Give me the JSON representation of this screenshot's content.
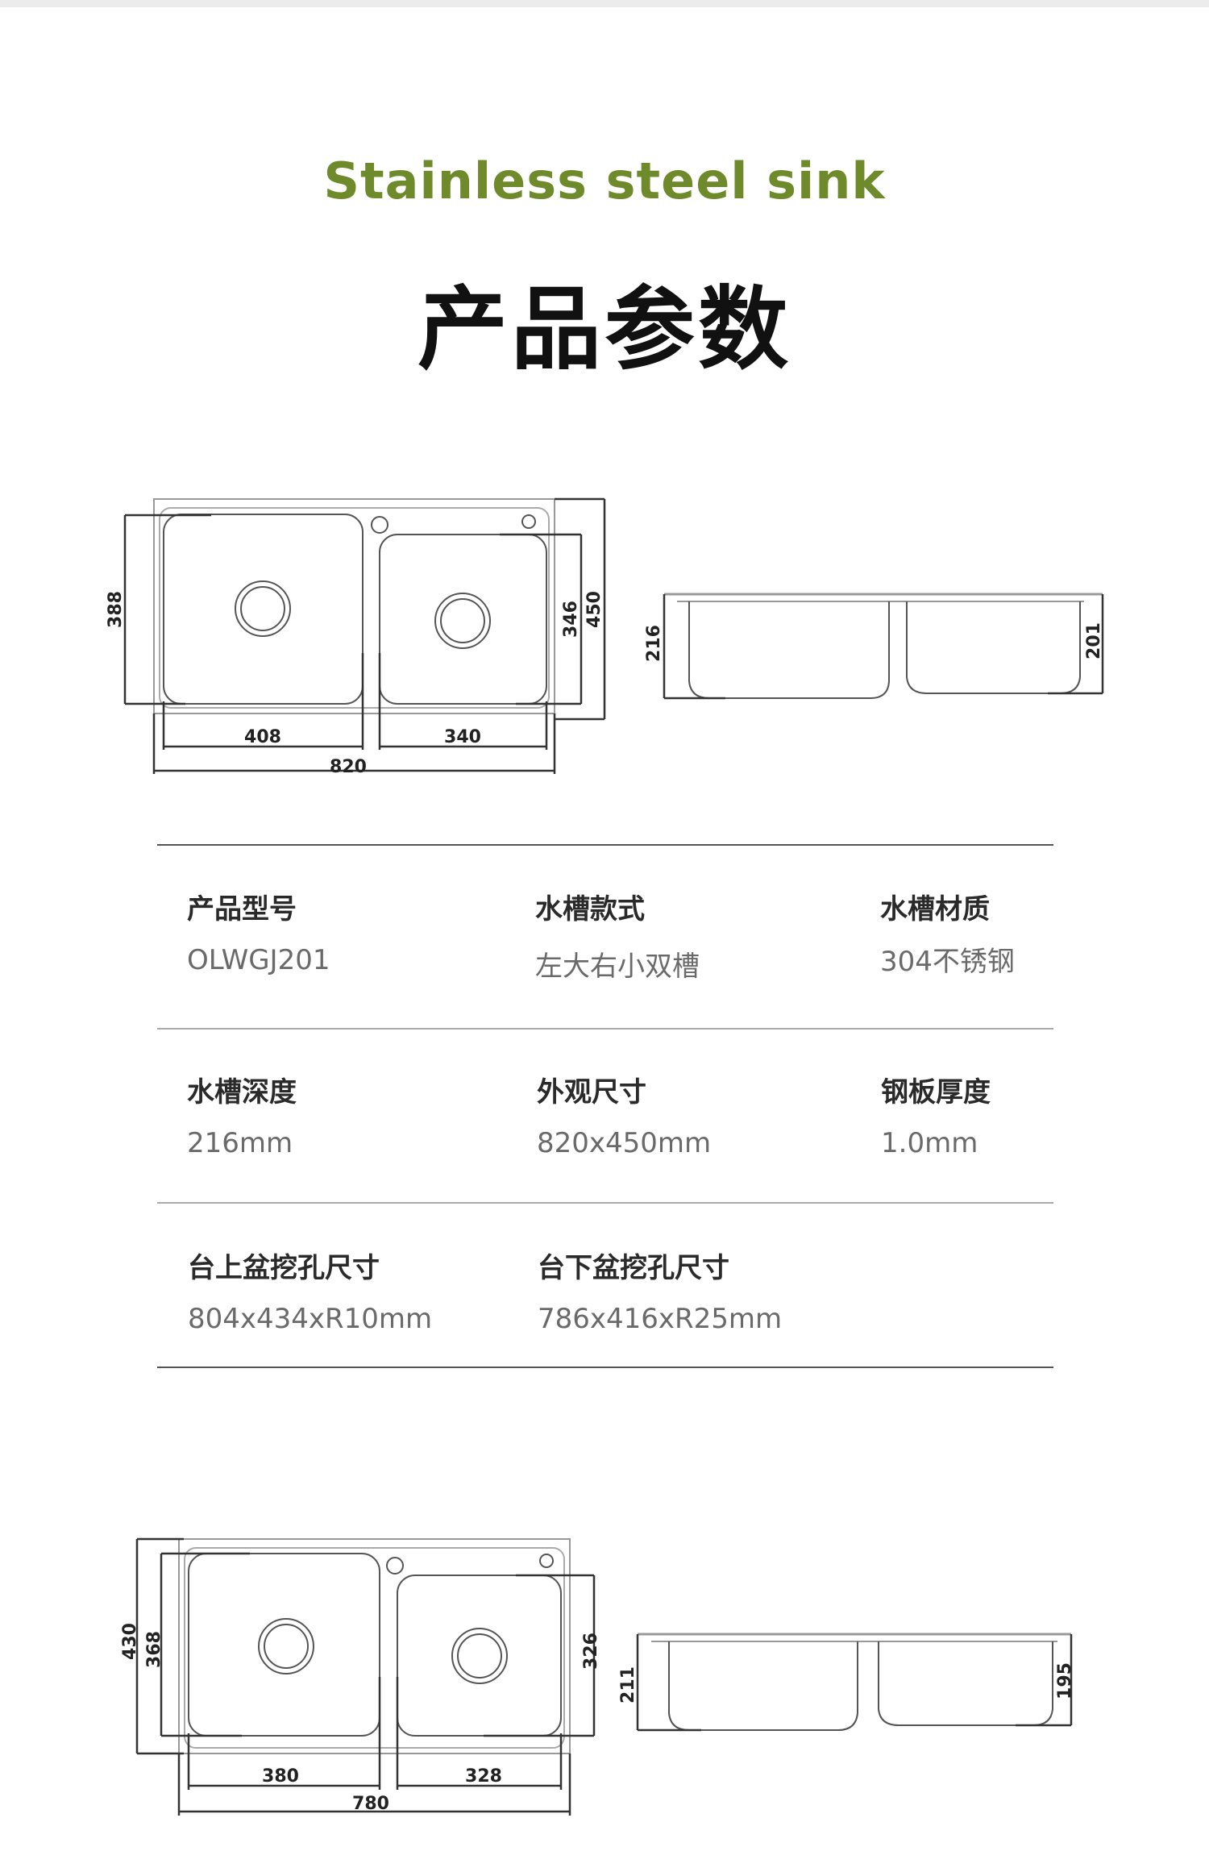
{
  "header": {
    "title_en": "Stainless steel sink",
    "title_cn": "产品参数",
    "accent_color": "#6f8a2a"
  },
  "drawing_1": {
    "overall_width": "820",
    "overall_depth": "450",
    "left_bowl_width": "408",
    "right_bowl_width": "340",
    "left_bowl_length": "388",
    "right_bowl_length": "346",
    "left_bowl_depth": "216",
    "right_bowl_depth": "201"
  },
  "specs": [
    {
      "label": "产品型号",
      "value": "OLWGJ201"
    },
    {
      "label": "水槽款式",
      "value": "左大右小双槽"
    },
    {
      "label": "水槽材质",
      "value": "304不锈钢"
    },
    {
      "label": "水槽深度",
      "value": "216mm"
    },
    {
      "label": "外观尺寸",
      "value": "820x450mm"
    },
    {
      "label": "钢板厚度",
      "value": "1.0mm"
    },
    {
      "label": "台上盆挖孔尺寸",
      "value": "804x434xR10mm"
    },
    {
      "label": "台下盆挖孔尺寸",
      "value": "786x416xR25mm"
    }
  ],
  "drawing_2": {
    "overall_width": "780",
    "overall_depth": "430",
    "left_bowl_width": "380",
    "right_bowl_width": "328",
    "left_bowl_length": "368",
    "right_bowl_length": "326",
    "left_bowl_depth": "211",
    "right_bowl_depth": "195"
  }
}
